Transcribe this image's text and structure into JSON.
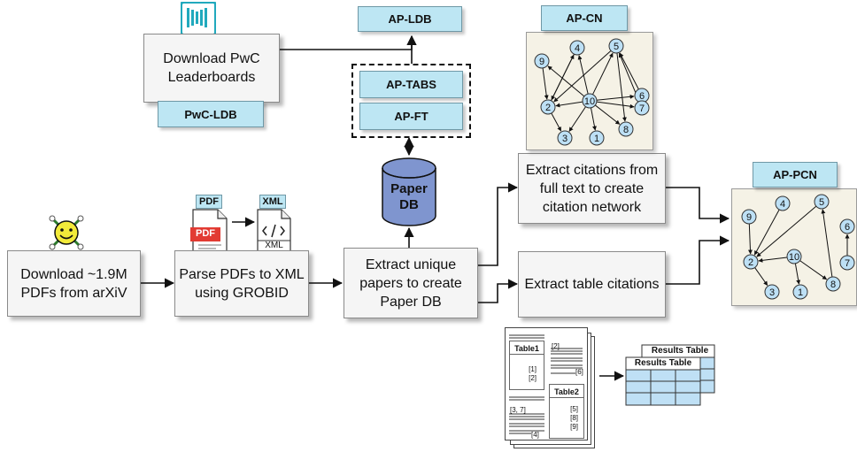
{
  "sources": {
    "pwc": {
      "text": "Download PwC\nLeaderboards",
      "tag": "PwC-LDB"
    },
    "arxiv": {
      "text": "Download ~1.9M\nPDFs from arXiV"
    }
  },
  "steps": {
    "parse": {
      "text": "Parse PDFs to XML\nusing GROBID",
      "pdf_tag": "PDF",
      "pdf_label": "PDF",
      "xml_tag": "XML",
      "xml_label": "XML"
    },
    "extract_unique": {
      "text": "Extract unique\npapers to create\nPaper DB"
    },
    "extract_citations": {
      "text": "Extract citations from\nfull text to create\ncitation network"
    },
    "extract_tables": {
      "text": "Extract table citations"
    }
  },
  "database": {
    "label": "Paper\nDB"
  },
  "outputs": {
    "ldb": "AP-LDB",
    "tabs": "AP-TABS",
    "ft": "AP-FT",
    "cn": "AP-CN",
    "pcn": "AP-PCN"
  },
  "network_labels": [
    "1",
    "2",
    "3",
    "4",
    "5",
    "6",
    "7",
    "8",
    "9",
    "10"
  ],
  "tables_illustration": {
    "table1": "Table1",
    "table2": "Table2",
    "cites_table1": [
      "[1]",
      "[2]"
    ],
    "cites_table2": [
      "[5]",
      "[8]",
      "[9]"
    ],
    "cites_text": [
      "[2]",
      "[6]",
      "[3, 7]",
      "[4]"
    ],
    "results_table": "Results Table"
  },
  "icon_colors": {
    "node": "#bde0f5",
    "db": "#7f95cf",
    "tag": "#bde6f3",
    "pdf_red": "#e23b33",
    "pwc_teal": "#21a9bd"
  }
}
